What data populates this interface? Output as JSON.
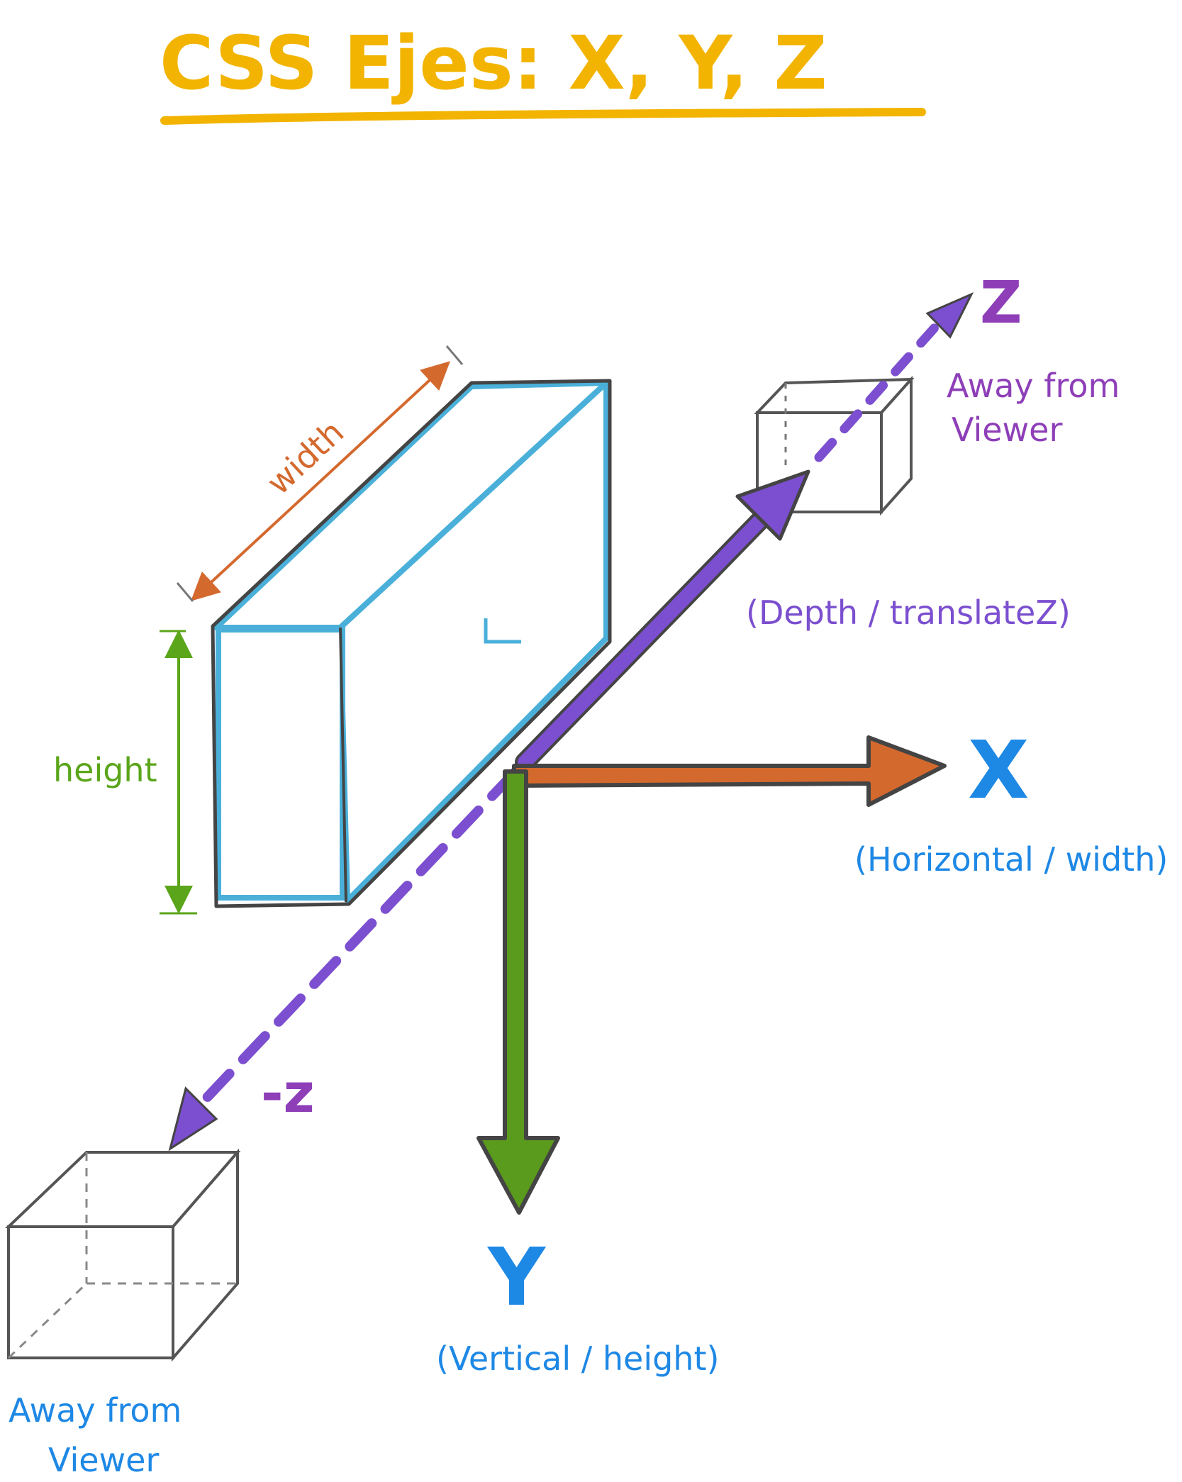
{
  "title": "CSS Ejes: X, Y, Z",
  "colors": {
    "title": "#f2b400",
    "box_outline": "#4ab0d9",
    "ink": "#444444",
    "x_axis": "#d4692e",
    "y_axis": "#5a9a1c",
    "z_axis": "#7b4fcf",
    "label_blue": "#1e88e5",
    "label_purple": "#8e3fb8",
    "width_label": "#d4692e",
    "height_label": "#5aa51a",
    "cube_outline": "#555555"
  },
  "dimensions": {
    "width_label": "width",
    "height_label": "height"
  },
  "axes": {
    "x": {
      "letter": "X",
      "caption": "(Horizontal / width)"
    },
    "y": {
      "letter": "Y",
      "caption": "(Vertical / height)"
    },
    "z": {
      "letter": "Z",
      "caption": "(Depth / translateZ)",
      "note": [
        "Away from",
        "Viewer"
      ]
    },
    "neg_z": {
      "letter": "-z",
      "note": [
        "Away from",
        "Viewer"
      ]
    }
  },
  "icons": [
    "3d-box",
    "cube-outline",
    "axis-arrow"
  ]
}
